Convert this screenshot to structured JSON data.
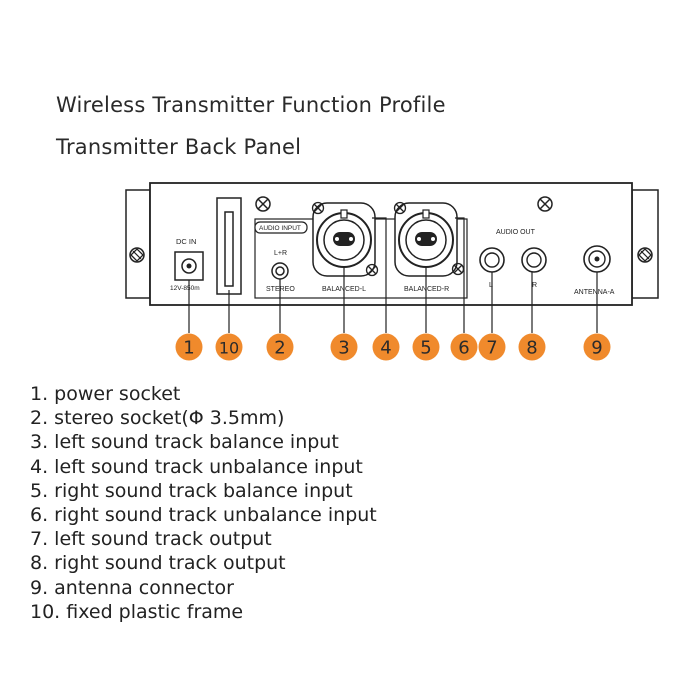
{
  "title": "Wireless Transmitter Function Profile",
  "subtitle": "Transmitter Back Panel",
  "panel_labels": {
    "dc_in": "DC   IN",
    "dc_rating": "12V-850m",
    "audio_input": "AUDIO INPUT",
    "lr": "L+R",
    "stereo": "STEREO",
    "balanced_l": "BALANCED-L",
    "balanced_r": "BALANCED-R",
    "audio_out": "AUDIO OUT",
    "out_l": "L",
    "out_r": "R",
    "antenna": "ANTENNA-A"
  },
  "callouts": [
    "1",
    "10",
    "2",
    "3",
    "4",
    "5",
    "6",
    "7",
    "8",
    "9"
  ],
  "callout_color": "#f08a2c",
  "legend": [
    "1. power socket",
    "2. stereo socket(Φ 3.5mm)",
    "3. left sound track balance input",
    "4. left sound track unbalance input",
    "5. right sound track balance input",
    "6. right sound track unbalance input",
    "7. left sound track output",
    "8. right sound track output",
    "9. antenna connector",
    "10. fixed plastic frame"
  ]
}
